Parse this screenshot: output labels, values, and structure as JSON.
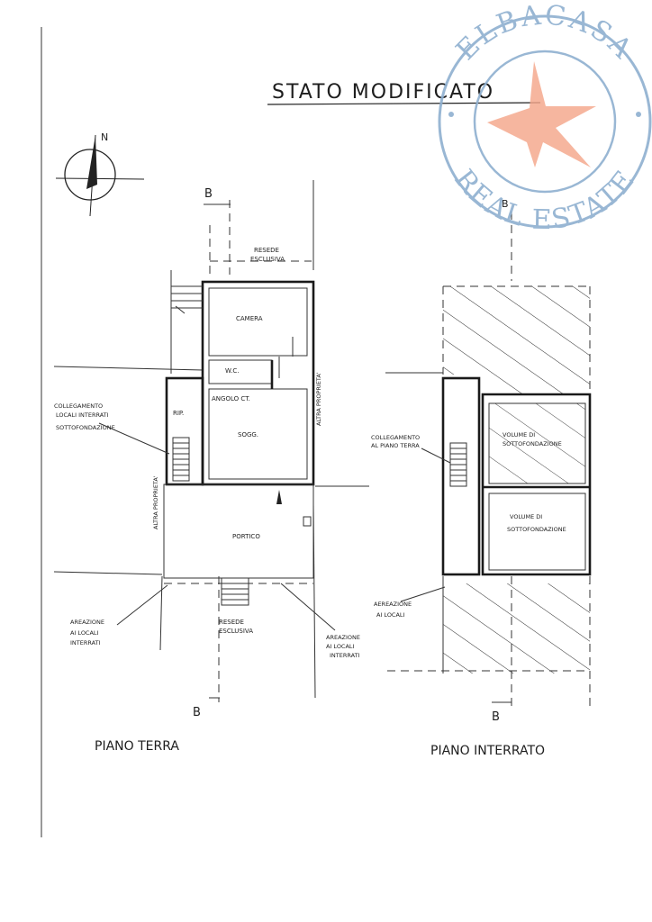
{
  "title": "STATO MODIFICATO",
  "compass": {
    "north_label": "N"
  },
  "section_marks": {
    "top_left": "B",
    "top_right": "B",
    "bottom_left": "B",
    "bottom_right": "B"
  },
  "piano_terra": {
    "caption": "PIANO TERRA",
    "resede_top": [
      "RESEDE",
      "ESCLUSIVA"
    ],
    "camera": "CAMERA",
    "wc": "W.C.",
    "angolo_cottura": "ANGOLO CT.",
    "soggiorno": "SOGG.",
    "rip": "RIP.",
    "portico": "PORTICO",
    "resede_bottom": [
      "RESEDE",
      "ESCLUSIVA"
    ],
    "altra_proprieta_left": "ALTRA PROPRIETA'",
    "altra_proprieta_right": "ALTRA PROPRIETA'",
    "note_collegamento": [
      "COLLEGAMENTO",
      "LOCALI INTERRATI",
      "SOTTOFONDAZIONE"
    ],
    "note_aerazione_left": [
      "AREAZIONE",
      "AI LOCALI",
      "INTERRATI"
    ],
    "note_aerazione_right": [
      "AREAZIONE",
      "AI LOCALI",
      "INTERRATI"
    ]
  },
  "piano_interrato": {
    "caption": "PIANO INTERRATO",
    "note_collegamento": [
      "COLLEGAMENTO",
      "AL PIANO TERRA"
    ],
    "volume_1": [
      "VOLUME DI",
      "SOTTOFONDAZIONE"
    ],
    "volume_2": [
      "VOLUME DI",
      "SOTTOFONDAZIONE"
    ],
    "note_aerazione": [
      "AEREAZIONE",
      "AI LOCALI"
    ]
  },
  "watermark": {
    "top_text": "ELBACASA",
    "bottom_text": "REAL ESTATE",
    "ring_color": "#8fb0d0",
    "star_color": "#f4a58a"
  }
}
